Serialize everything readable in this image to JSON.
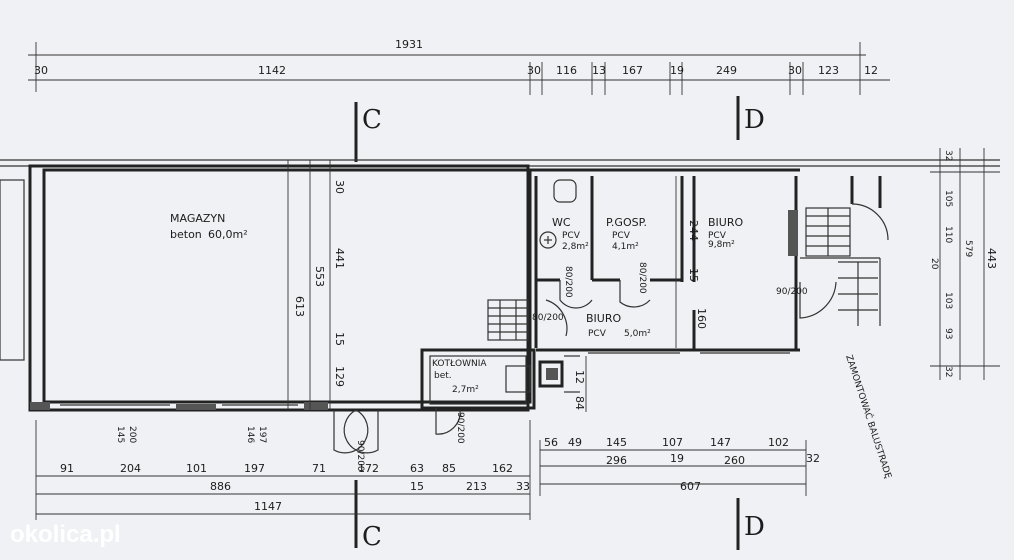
{
  "brand": "okolica.pl",
  "section_markers": {
    "c": "C",
    "d": "D"
  },
  "rooms": {
    "magazyn": {
      "name": "MAGAZYN",
      "finish": "beton",
      "area": "60,0m²"
    },
    "wc": {
      "name": "WC",
      "finish": "PCV",
      "area": "2,8m²"
    },
    "pgosp": {
      "name": "P.GOSP.",
      "finish": "PCV",
      "area": "4,1m²"
    },
    "biuro_right": {
      "name": "BIURO",
      "finish": "PCV",
      "area": "9,8m²"
    },
    "biuro_mid": {
      "name": "BIURO",
      "finish": "PCV",
      "area": "5,0m²"
    },
    "kotlownia": {
      "name": "KOTŁOWNIA",
      "finish": "bet.",
      "area": "2,7m²"
    }
  },
  "note": "ZAMONTOWAĆ BALUSTRADĘ",
  "dimensions": {
    "top_total": "1931",
    "top_row": [
      "30",
      "1142",
      "30",
      "116",
      "13",
      "167",
      "19",
      "249",
      "30",
      "123",
      "12"
    ],
    "right_col": [
      "32",
      "105",
      "110",
      "20",
      "103",
      "93",
      "32",
      "579",
      "443"
    ],
    "interior": [
      "613",
      "553",
      "441",
      "30",
      "15",
      "129",
      "244",
      "15",
      "160",
      "12",
      "84"
    ],
    "openings": [
      "145",
      "200",
      "146",
      "197",
      "80/200",
      "80/200",
      "80/200",
      "90/200",
      "90/200",
      "90/200"
    ],
    "bottom_row1": [
      "91",
      "204",
      "101",
      "197",
      "71",
      "172",
      "63",
      "85",
      "162"
    ],
    "bottom_row2": [
      "886",
      "15",
      "213",
      "33"
    ],
    "bottom_total": "1147",
    "bottom_right1": [
      "56",
      "49",
      "145",
      "107",
      "147",
      "102"
    ],
    "bottom_right2": [
      "296",
      "19",
      "260",
      "32"
    ],
    "bottom_right3": "607"
  }
}
